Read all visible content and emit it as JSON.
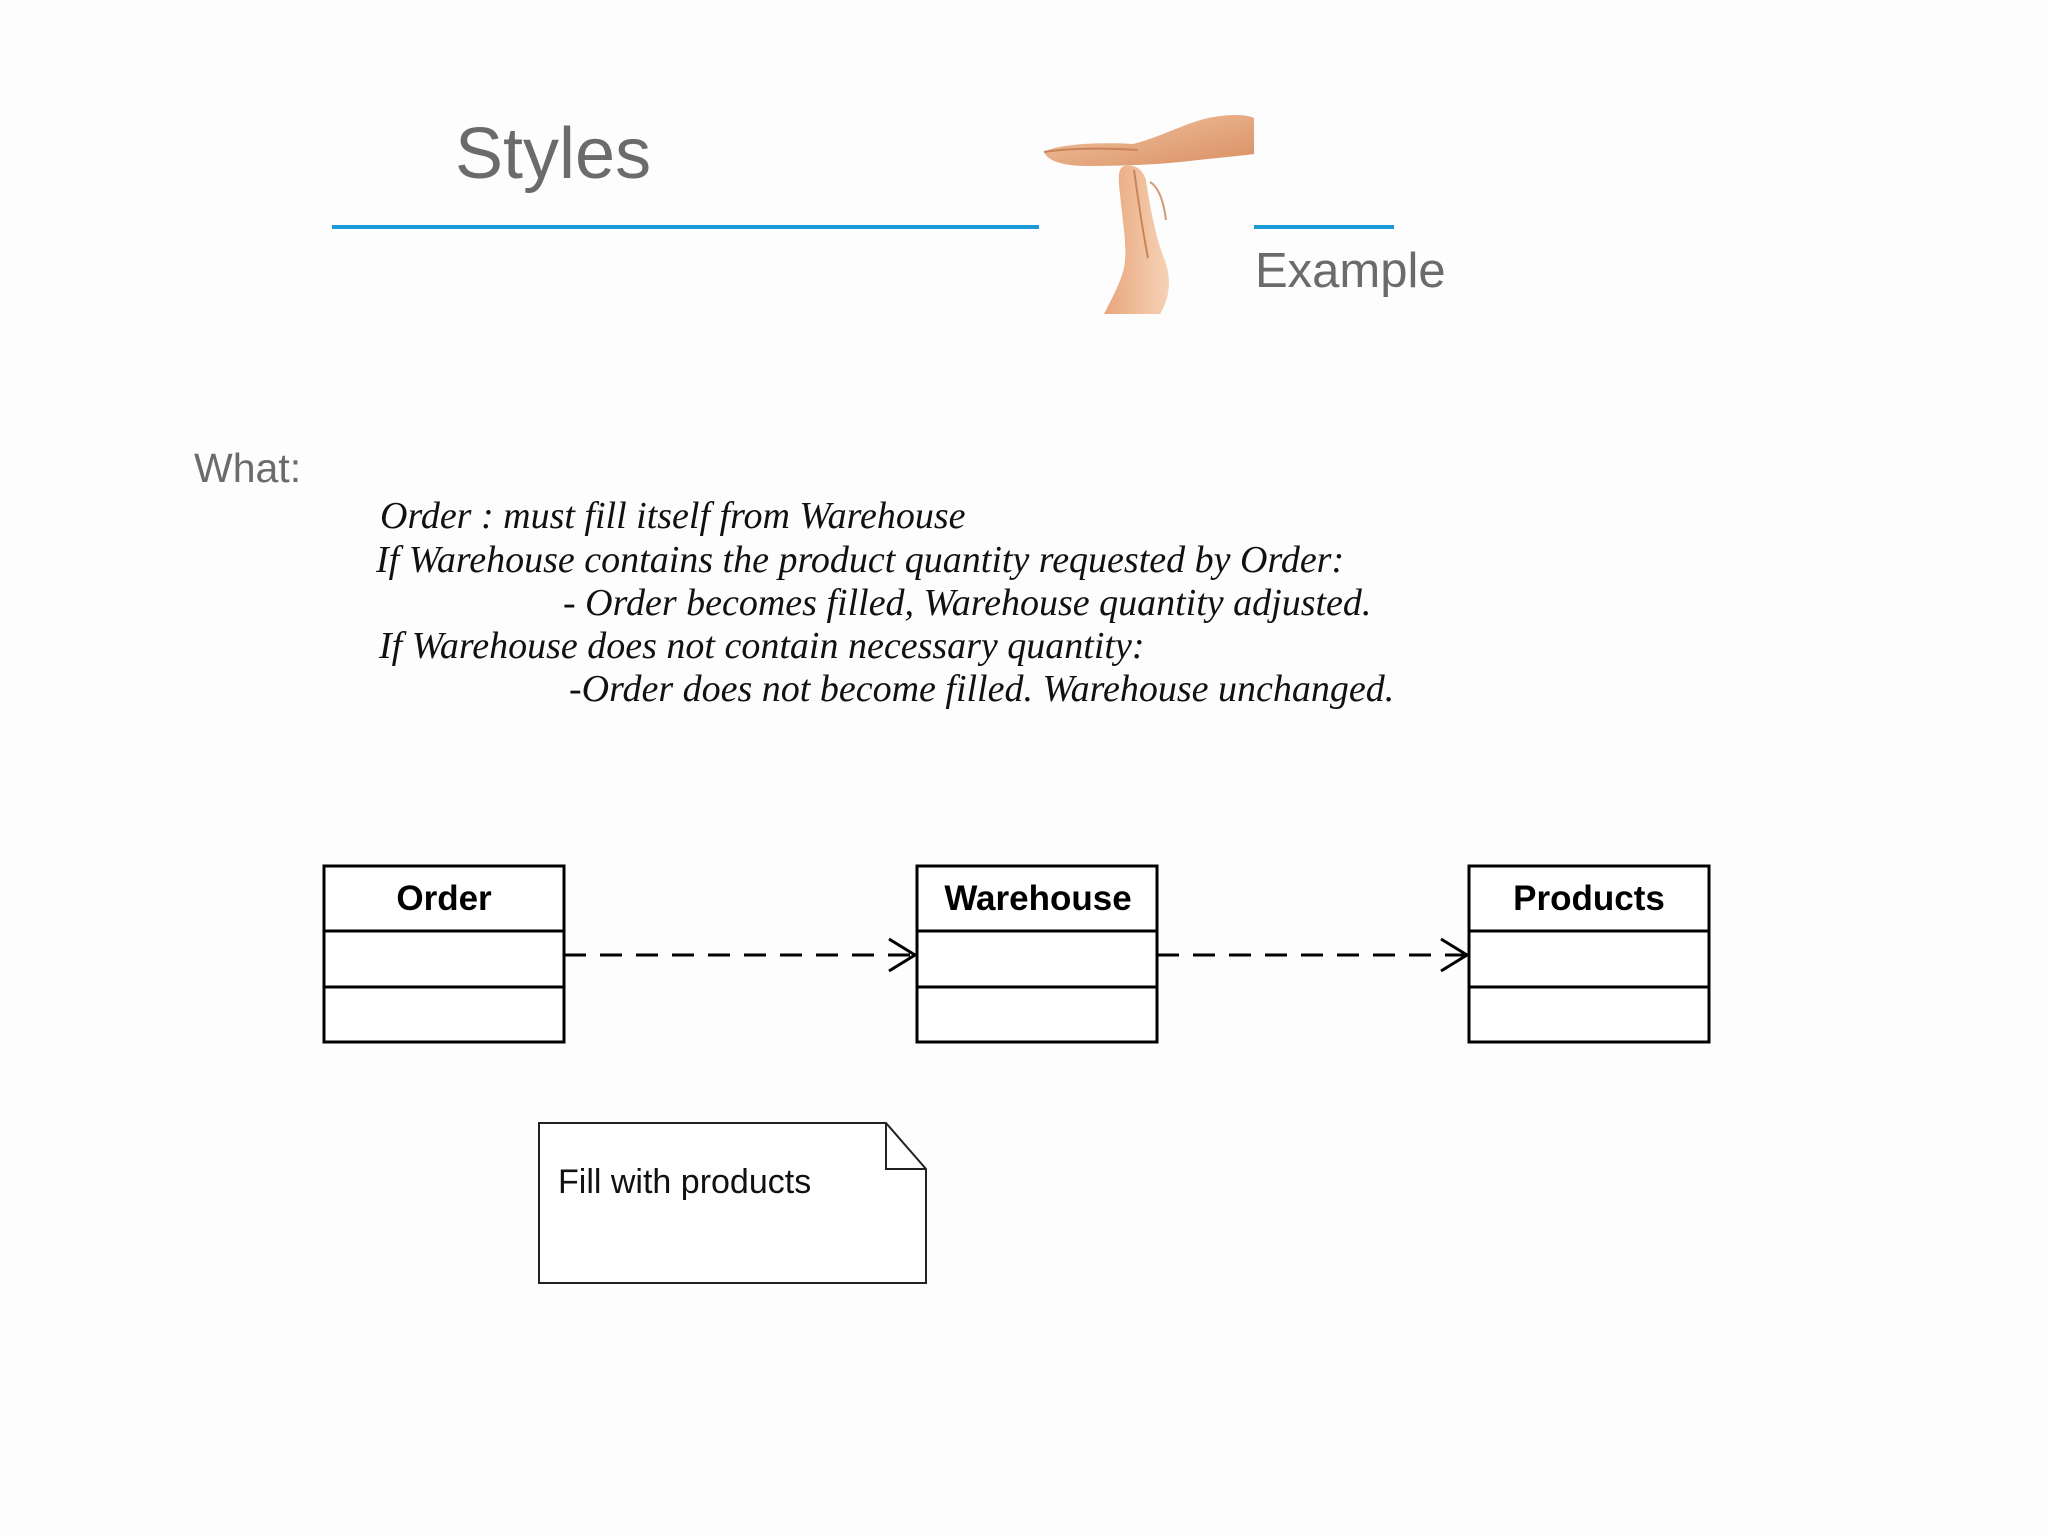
{
  "slide": {
    "title": "Styles",
    "subtitle": "Example",
    "accent_color": "#1a9ad6",
    "image_icon": "time-out-hands-icon"
  },
  "what": {
    "label": "What:",
    "lines": [
      "Order : must fill itself from Warehouse",
      "If Warehouse contains the product quantity requested by Order:",
      "- Order becomes filled, Warehouse quantity adjusted.",
      "If Warehouse does not contain necessary quantity:",
      "-Order does not become filled. Warehouse unchanged."
    ]
  },
  "diagram": {
    "classes": [
      {
        "name": "Order"
      },
      {
        "name": "Warehouse"
      },
      {
        "name": "Products"
      }
    ],
    "dependencies": [
      {
        "from": "Order",
        "to": "Warehouse",
        "style": "dashed-open-arrow"
      },
      {
        "from": "Warehouse",
        "to": "Products",
        "style": "dashed-open-arrow"
      }
    ],
    "note": {
      "text": "Fill with products"
    }
  }
}
